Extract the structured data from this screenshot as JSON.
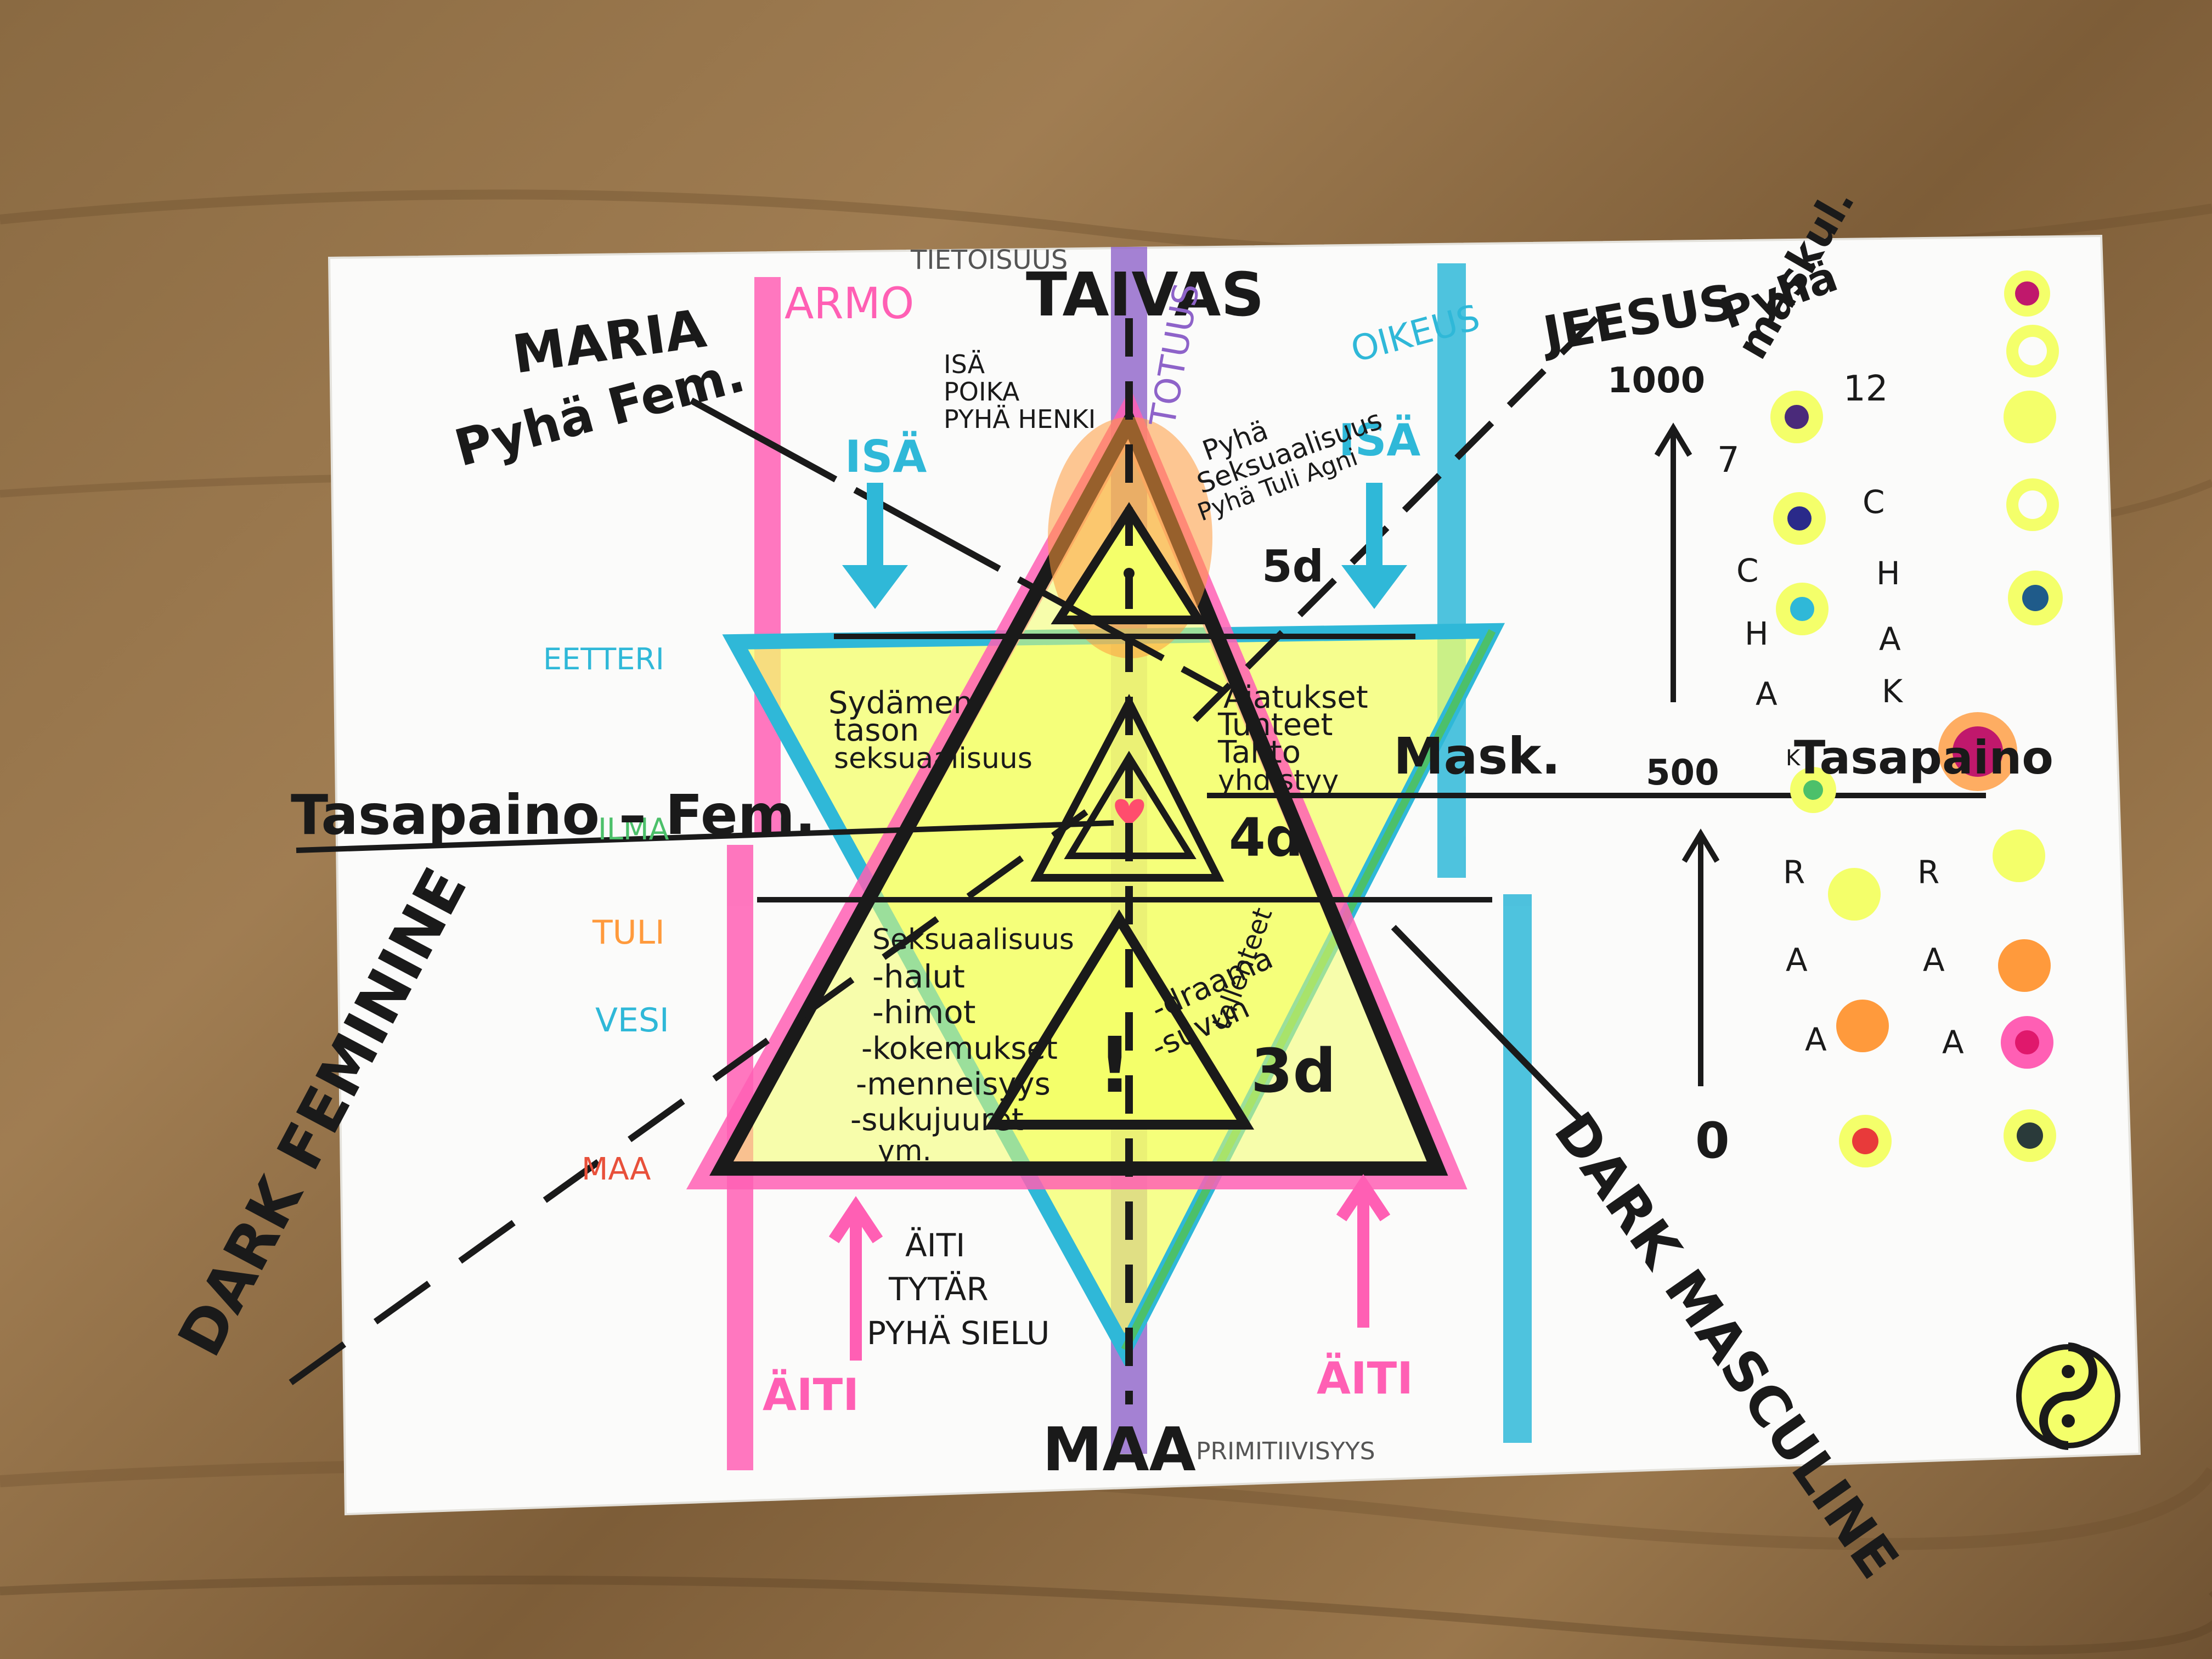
{
  "labels": {
    "taivas": "TAIVAS",
    "tietoisuus": "TIETOISUUS",
    "maa_bottom": "MAA",
    "primitiivisyys": "PRIMITIIVISYYS",
    "armo": "ARMO",
    "totuus": "TOTUUS",
    "oikeus": "OIKEUS",
    "maria": "MARIA",
    "pyha_fem": "Pyhä Fem.",
    "jeesus": "JEESUS",
    "pyha_maskul_1": "Pyhä",
    "pyha_maskul_2": "maskul.",
    "isa_left": "ISÄ",
    "isa_right": "ISÄ",
    "trinity_1": "ISÄ",
    "trinity_2": "POIKA",
    "trinity_3": "PYHÄ HENKI",
    "sex_1": "Pyhä",
    "sex_2": "Seksuaalisuus",
    "sex_3": "Pyhä Tuli Agni",
    "d5": "5d",
    "d4": "4d",
    "d3": "3d",
    "eetteri": "EETTERI",
    "ilma": "ILMA",
    "tuli": "TULI",
    "vesi": "VESI",
    "maa_element": "MAA",
    "heart_1": "Sydämen",
    "heart_2": "tason",
    "heart_3": "seksuaalisuus",
    "thought_1": "Ajatukset",
    "thought_2": "Tunteet",
    "thought_3": "Tahto",
    "thought_4": "yhdistyy",
    "tasapaino_fem": "Tasapaino – Fem.",
    "mask": "Mask.",
    "seks_list": [
      "Seksuaalisuus",
      "-halut",
      "-himot",
      "-kokemukset",
      "-menneisyys",
      "-sukujuuret",
      "ym."
    ],
    "draama": "-draama",
    "suvun": "-suvun",
    "tallenteet": "tallenteet",
    "aiti_list": [
      "ÄITI",
      "TYTÄR",
      "PYHÄ SIELU"
    ],
    "aiti_left": "ÄITI",
    "aiti_right": "ÄITI",
    "dark_feminine": "DARK FEMININE",
    "dark_masculine": "DARK MASCULINE",
    "scale_1000": "1000",
    "scale_500": "500",
    "scale_0": "0",
    "twelve": "12",
    "seven": "7",
    "chakra_left": [
      "C",
      "H",
      "A",
      "K",
      "R",
      "A",
      "A"
    ],
    "chakra_right": [
      "C",
      "H",
      "A",
      "K",
      "R",
      "A",
      "A"
    ],
    "tasapaino_right": "Tasapaino"
  },
  "colors": {
    "pink": "#ff5fb4",
    "cyan": "#2fb8d8",
    "purple": "#8e63c9",
    "yellow": "#f4ff6a",
    "orange": "#ff9a3c",
    "green": "#4cc06a",
    "ink": "#1a1a1a"
  }
}
